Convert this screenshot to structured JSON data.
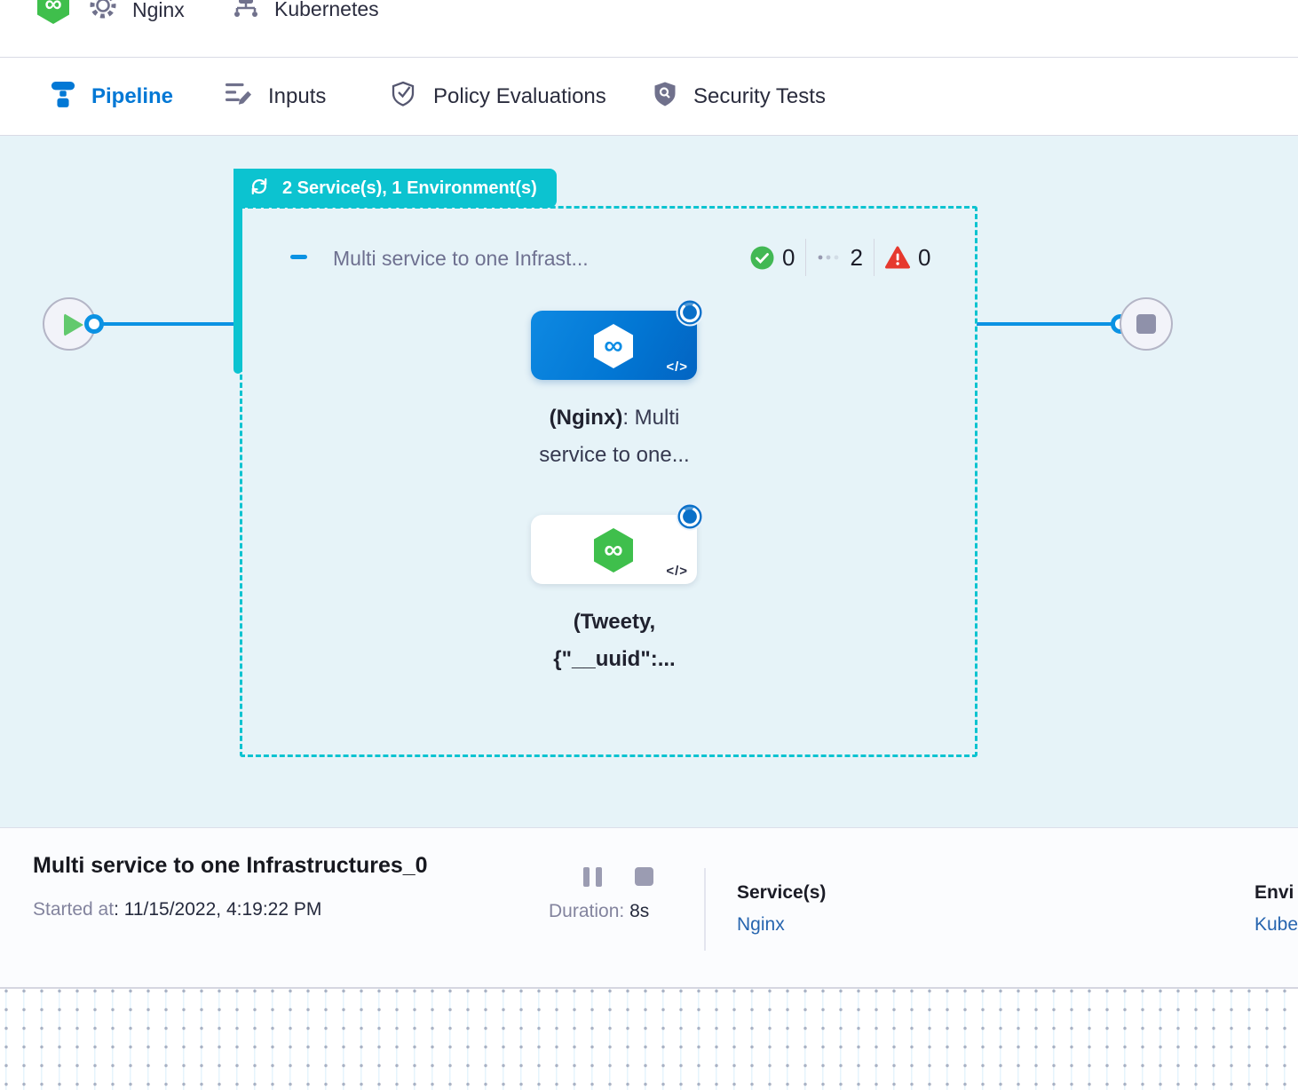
{
  "icons": {
    "infinity": "∞"
  },
  "header": {
    "service_label": "Nginx",
    "environment_label": "Kubernetes"
  },
  "tabs": {
    "pipeline": "Pipeline",
    "inputs": "Inputs",
    "policy": "Policy Evaluations",
    "security": "Security Tests"
  },
  "canvas": {
    "badge_label": "2 Service(s), 1 Environment(s)",
    "group": {
      "title": "Multi service to one Infrast...",
      "success_count": "0",
      "running_count": "2",
      "failed_count": "0"
    },
    "stages": {
      "nginx": {
        "name_bold": "(Nginx)",
        "name_rest": ": Multi",
        "name_line2": "service to one...",
        "code_glyph": "</>"
      },
      "tweety": {
        "name_line1": "(Tweety,",
        "name_line2": "{\"__uuid\":...",
        "code_glyph": "</>"
      }
    }
  },
  "footer": {
    "title": "Multi service to one Infrastructures_0",
    "started_label": "Started at",
    "started_value": ": 11/15/2022, 4:19:22 PM",
    "duration_label": "Duration:",
    "duration_value": "8s",
    "services_label": "Service(s)",
    "services_link": "Nginx",
    "environments_label": "Envi",
    "environments_link": "Kube"
  },
  "colors": {
    "accent_blue": "#0278d5",
    "connector_blue": "#0b92e3",
    "teal": "#0cc3d0",
    "canvas_bg": "#e6f3f8",
    "success_green": "#42b854",
    "error_red": "#e6392e",
    "link_blue": "#2765af",
    "harness_green": "#3fbf4c"
  }
}
